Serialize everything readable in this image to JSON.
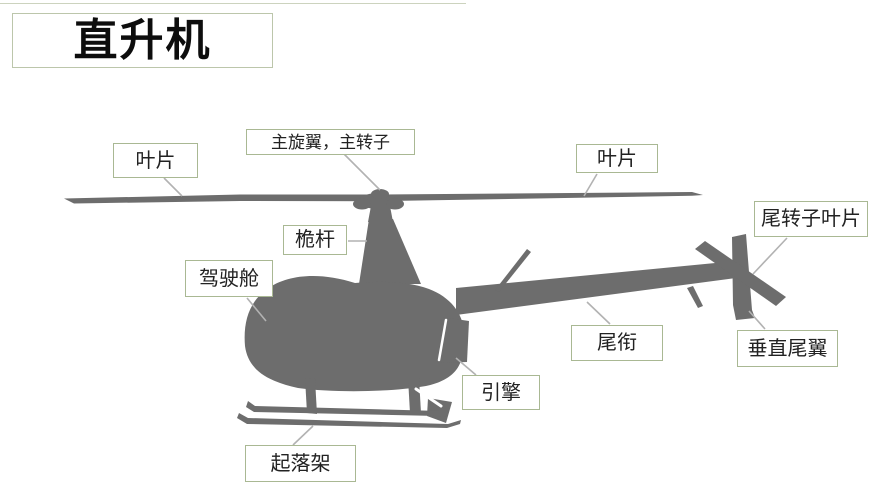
{
  "title": {
    "text": "直升机"
  },
  "labels": {
    "blade_left": "叶片",
    "main_rotor": "主旋翼，主转子",
    "blade_right": "叶片",
    "tail_rotor_blades": "尾转子叶片",
    "mast": "桅杆",
    "cockpit": "驾驶舱",
    "tail_boom": "尾衔",
    "vertical_fin": "垂直尾翼",
    "engine": "引擎",
    "landing_gear": "起落架"
  },
  "colors": {
    "silhouette": "#6d6d6d",
    "label_border": "#a9b893",
    "title_border": "#bcc6ab",
    "leader_line": "#b2b2b2",
    "background": "#ffffff"
  },
  "diagram": {
    "subject": "helicopter side-view silhouette with part callouts"
  }
}
